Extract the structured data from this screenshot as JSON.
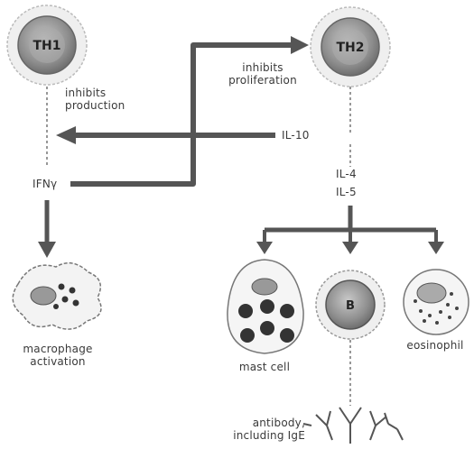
{
  "cells": {
    "th1_label": "TH1",
    "th2_label": "TH2",
    "b_cell_label": "B",
    "macrophage_label": "macrophage activation",
    "mast_cell_label": "mast cell",
    "eosinophil_label": "eosinophil"
  },
  "cytokines": {
    "ifn": "IFNγ",
    "il10": "IL-10",
    "il4": "IL-4",
    "il5": "IL-5"
  },
  "labels": {
    "inhibits_production": "inhibits production",
    "inhibits_proliferation": "inhibits proliferation",
    "antibody": "antibody, including IgE"
  },
  "colors": {
    "arrow": "#555555",
    "cell_fill": "#9a9a9a",
    "halo": "#dddddd",
    "granule": "#333333"
  }
}
